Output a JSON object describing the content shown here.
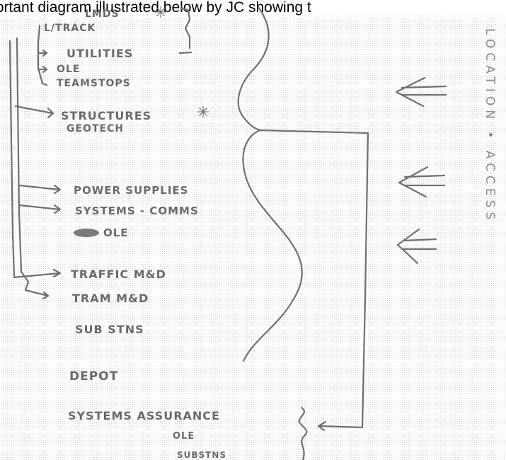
{
  "caption": "important diagram illustrated below by JC showing t",
  "sketch": {
    "top_items": [
      "LMDS",
      "L/TRACK",
      "UTILITIES",
      "OLE",
      "TEAMSTOPS"
    ],
    "mid_items": [
      "STRUCTURES",
      "GEOTECH"
    ],
    "lower_items": [
      "POWER SUPPLIES",
      "SYSTEMS - COMMS",
      "OLE",
      "TRAFFIC M&D",
      "TRAM M&D",
      "SUB STNS",
      "DEPOT"
    ],
    "bottom_items": [
      "SYSTEMS ASSURANCE",
      "OLE",
      "SUBSTNS"
    ],
    "right_note": "LOCATION • ACCESS",
    "markers": [
      "✳",
      "✳"
    ]
  }
}
